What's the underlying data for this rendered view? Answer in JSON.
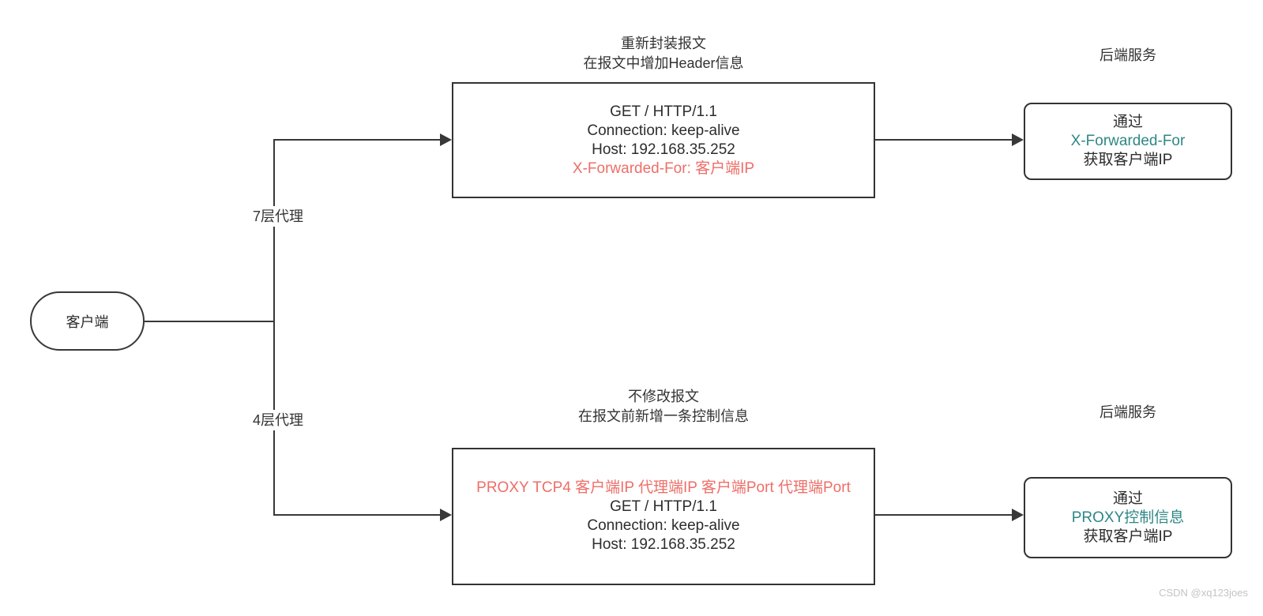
{
  "client": {
    "label": "客户端"
  },
  "branches": {
    "layer7_label": "7层代理",
    "layer4_label": "4层代理"
  },
  "layer7": {
    "title_line1": "重新封装报文",
    "title_line2": "在报文中增加Header信息",
    "packet_lines": [
      "GET / HTTP/1.1",
      "Connection: keep-alive",
      "Host: 192.168.35.252"
    ],
    "highlight_line": "X-Forwarded-For: 客户端IP",
    "backend_title": "后端服务",
    "backend_line1": "通过",
    "backend_highlight": "X-Forwarded-For",
    "backend_line3": "获取客户端IP"
  },
  "layer4": {
    "title_line1": "不修改报文",
    "title_line2": "在报文前新增一条控制信息",
    "highlight_line": "PROXY TCP4 客户端IP 代理端IP 客户端Port 代理端Port",
    "packet_lines": [
      "GET / HTTP/1.1",
      "Connection: keep-alive",
      "Host: 192.168.35.252"
    ],
    "backend_title": "后端服务",
    "backend_line1": "通过",
    "backend_highlight": "PROXY控制信息",
    "backend_line3": "获取客户端IP"
  },
  "colors": {
    "highlight_red": "#ee6e68",
    "highlight_teal": "#2e8786",
    "line": "#383838"
  },
  "watermark": "CSDN @xq123joes"
}
